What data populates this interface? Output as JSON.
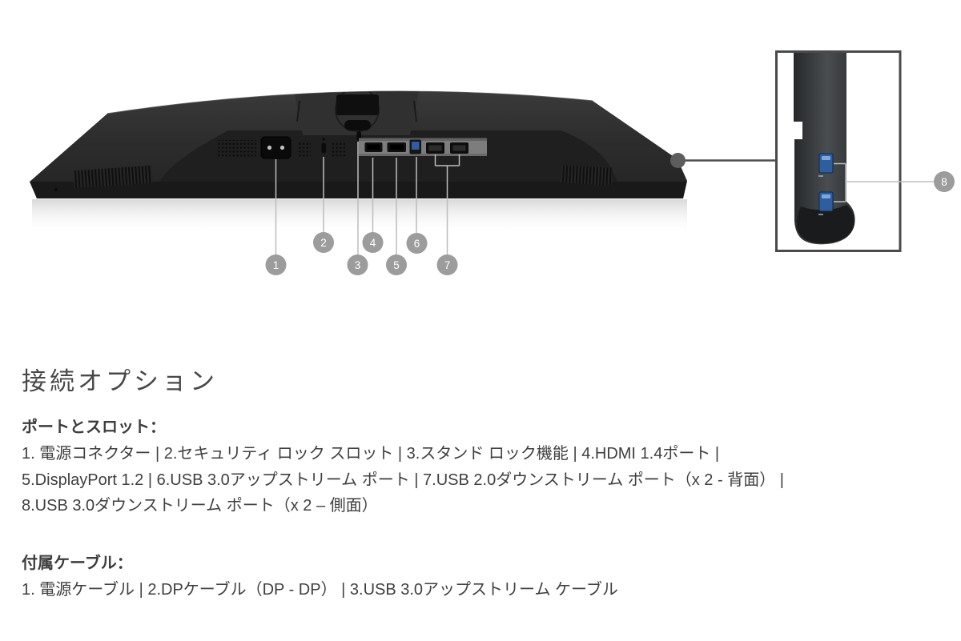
{
  "figure": {
    "callouts": {
      "c1": "1",
      "c2": "2",
      "c3": "3",
      "c4": "4",
      "c5": "5",
      "c6": "6",
      "c7": "7",
      "c8": "8"
    },
    "colors": {
      "usb_accent": "#2d5f9e",
      "callout_circle": "#9c9c9c",
      "callout_line": "#bdbdbd",
      "inset_frame": "#4a4a4a"
    }
  },
  "content": {
    "heading": "接続オプション",
    "ports_section": {
      "title": "ポートとスロット：",
      "lines": [
        "1. 電源コネクター | 2.セキュリティ ロック スロット | 3.スタンド ロック機能 | 4.HDMI 1.4ポート |",
        "5.DisplayPort 1.2 | 6.USB 3.0アップストリーム ポート | 7.USB 2.0ダウンストリーム ポート（x 2 - 背面） |",
        "8.USB 3.0ダウンストリーム ポート（x 2 – 側面）"
      ]
    },
    "cables_section": {
      "title": "付属ケーブル：",
      "lines": [
        "1. 電源ケーブル | 2.DPケーブル（DP - DP） | 3.USB 3.0アップストリーム ケーブル"
      ]
    }
  }
}
